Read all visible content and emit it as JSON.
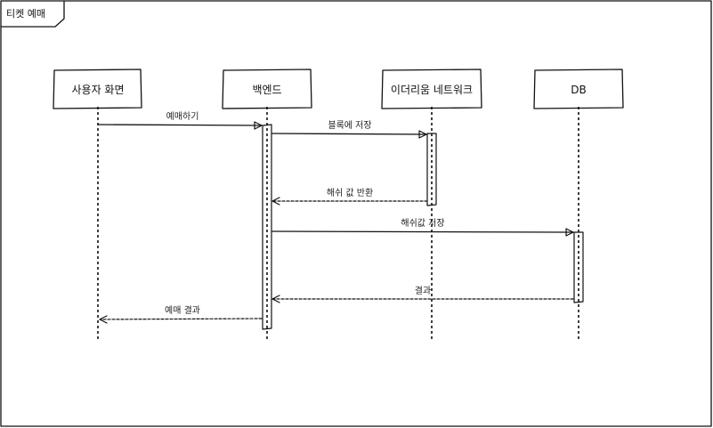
{
  "frame": {
    "title": "티켓 예매"
  },
  "participants": [
    {
      "id": "user",
      "label": "사용자 화면"
    },
    {
      "id": "backend",
      "label": "백엔드"
    },
    {
      "id": "eth",
      "label": "이더리움 네트워크"
    },
    {
      "id": "db",
      "label": "DB"
    }
  ],
  "messages": [
    {
      "label": "예매하기",
      "from": "user",
      "to": "backend",
      "style": "solid"
    },
    {
      "label": "블록에 저장",
      "from": "backend",
      "to": "eth",
      "style": "solid"
    },
    {
      "label": "해쉬 값 반환",
      "from": "eth",
      "to": "backend",
      "style": "dashed"
    },
    {
      "label": "해쉬값 저장",
      "from": "backend",
      "to": "db",
      "style": "solid"
    },
    {
      "label": "결과",
      "from": "db",
      "to": "backend",
      "style": "dashed"
    },
    {
      "label": "예매 결과",
      "from": "backend",
      "to": "user",
      "style": "dashed"
    }
  ]
}
